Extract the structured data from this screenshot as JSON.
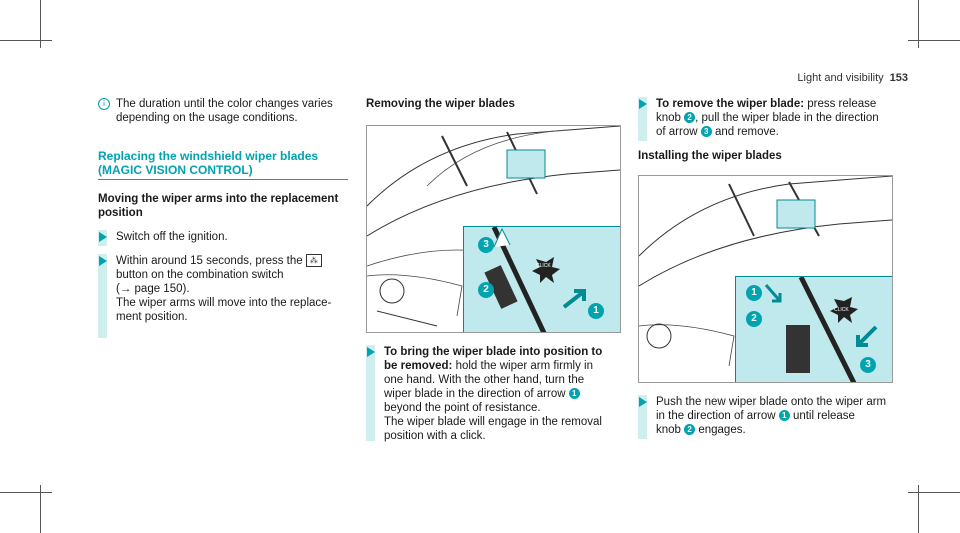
{
  "header": {
    "section": "Light and visibility",
    "page": "153"
  },
  "note": {
    "text_line1": "The duration until the color changes varies",
    "text_line2": "depending on the usage conditions."
  },
  "section_title": {
    "line1": "Replacing the windshield wiper blades",
    "line2": "(MAGIC VISION CONTROL)"
  },
  "moving": {
    "heading_line1": "Moving the wiper arms into the replacement",
    "heading_line2": "position",
    "step1": "Switch off the ignition.",
    "step2_a": "Within around 15 seconds, press the",
    "step2_b": "button on the combination switch",
    "step2_c": "(→ page 150).",
    "step2_d": "The wiper arms will move into the replace-",
    "step2_e": "ment position."
  },
  "removing": {
    "heading": "Removing the wiper blades",
    "step_bold_1": "To bring the wiper blade into position to",
    "step_bold_2": "be removed:",
    "step_rest_2": " hold the wiper arm firmly in",
    "line3": "one hand. With the other hand, turn the",
    "line4": "wiper blade in the direction of arrow",
    "line5": "beyond the point of resistance.",
    "line6": "The wiper blade will engage in the removal",
    "line7": "position with a click."
  },
  "remove_blade": {
    "bold": "To remove the wiper blade:",
    "rest1": " press release",
    "line2a": "knob",
    "line2b": ", pull the wiper blade in the direction",
    "line3a": "of arrow",
    "line3b": " and remove."
  },
  "installing": {
    "heading": "Installing the wiper blades",
    "line1": "Push the new wiper blade onto the wiper arm",
    "line2a": "in the direction of arrow",
    "line2b": " until release",
    "line3a": "knob",
    "line3b": " engages."
  },
  "callouts": {
    "one": "1",
    "two": "2",
    "three": "3",
    "click": "CLICK"
  },
  "colors": {
    "accent": "#00a3b0",
    "inset_bg": "#bfe9ec"
  }
}
